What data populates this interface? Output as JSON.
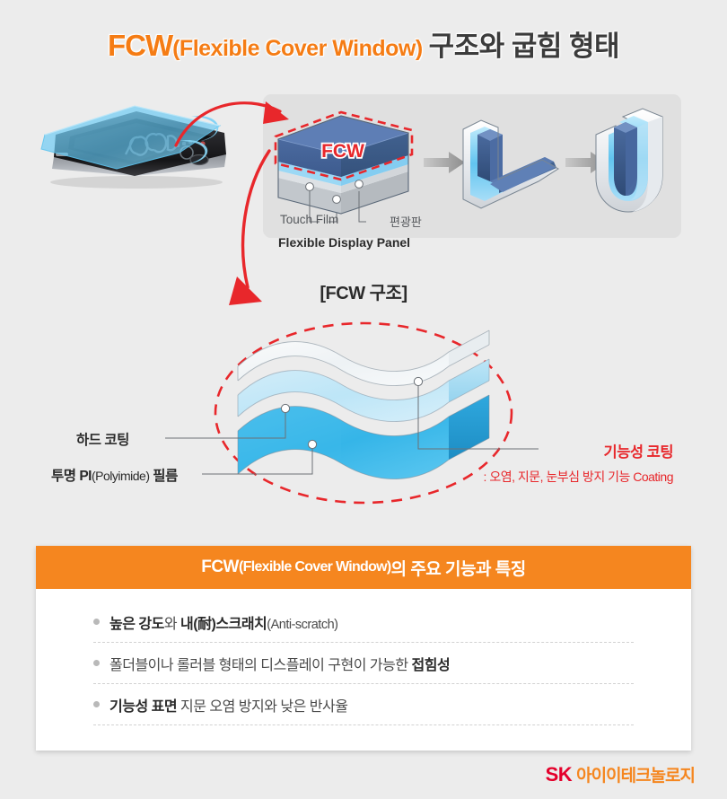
{
  "page": {
    "background_color": "#ececec",
    "accent_orange": "#f5861f",
    "accent_red": "#e8272b",
    "sk_red": "#e4002b"
  },
  "title": {
    "fcw": "FCW",
    "paren": "(Flexible Cover Window)",
    "korean": "구조와 굽힘 형태"
  },
  "diagram": {
    "fcw_block_label": "FCW",
    "callouts": {
      "touch_film": "Touch Film",
      "polarizer": "편광판",
      "display_panel": "Flexible  Display Panel"
    },
    "stage_arrows": [
      "arrow-right-icon",
      "arrow-right-icon"
    ],
    "red_arrows": [
      "curved-red-arrow-to-block",
      "curved-red-arrow-to-structure"
    ]
  },
  "structure": {
    "heading": "[FCW 구조]",
    "labels": {
      "hard_coating": "하드 코팅",
      "pi_film_bold": "투명 PI",
      "pi_film_paren": "(Polyimide)",
      "pi_film_tail": " 필름",
      "functional_coating": "기능성 코팅",
      "functional_coating_sub": ": 오염, 지문, 눈부심 방지 기능 Coating"
    }
  },
  "card": {
    "header": {
      "fcw": "FCW",
      "paren": "(Flexible Cover Window)",
      "korean": "의 주요 기능과 특징"
    },
    "bullets": [
      {
        "bold1": "높은 강도",
        "plain1": "와 ",
        "bold2": "내(耐)스크래치",
        "paren": "(Anti-scratch)"
      },
      {
        "bold1": "",
        "plain1": "폴더블이나 롤러블 형태의 디스플레이 구현이 가능한 ",
        "bold2": "접힘성",
        "paren": ""
      },
      {
        "bold1": "기능성 표면",
        "plain1": " 지문 오염 방지와 낮은 반사율",
        "bold2": "",
        "paren": ""
      }
    ]
  },
  "footer": {
    "sk": "SK",
    "brand": "아이이테크놀로지"
  }
}
